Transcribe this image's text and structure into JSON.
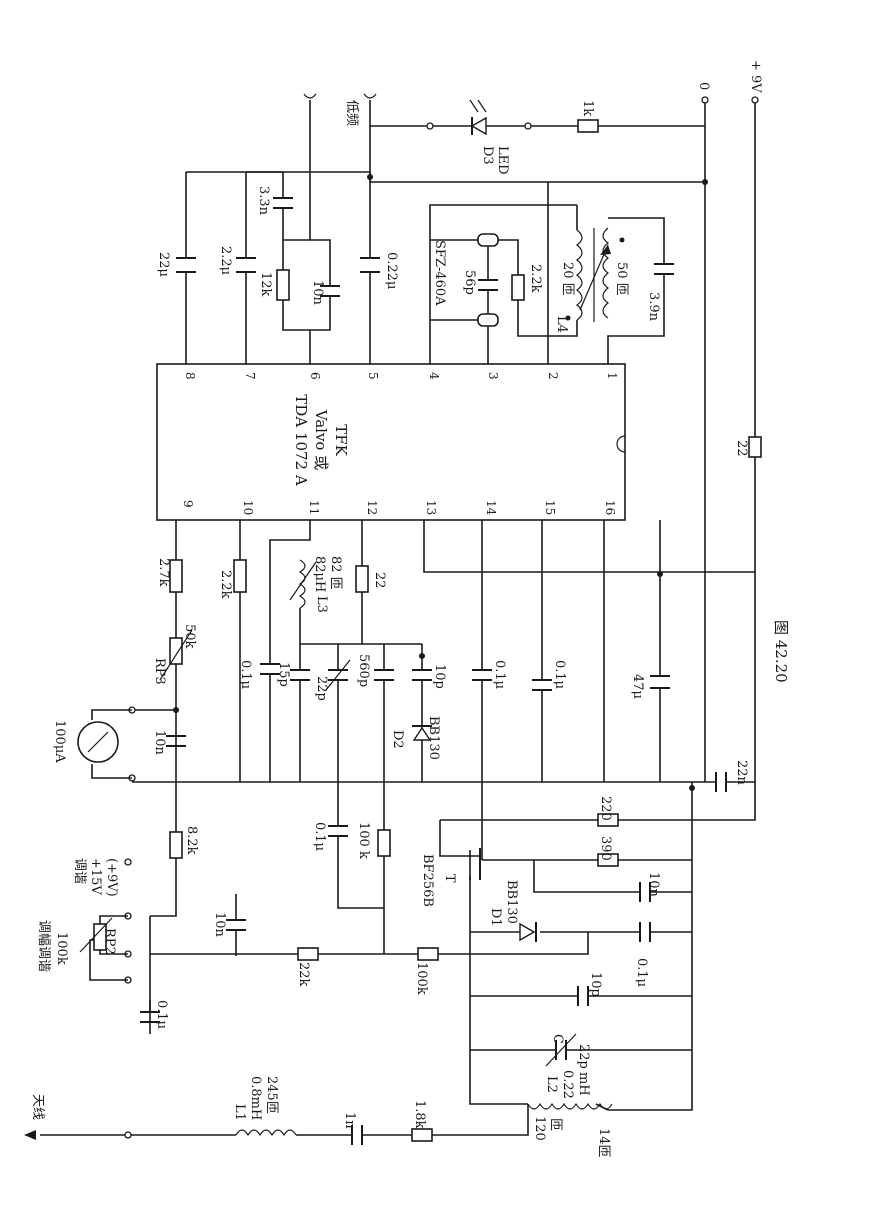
{
  "figure": {
    "caption": "图 42.20",
    "ic": {
      "line1": "TDA 1072 A",
      "line2": "Valvo 或",
      "line3": "TFK",
      "pins_top": [
        "8",
        "7",
        "6",
        "5",
        "4",
        "3",
        "2",
        "1"
      ],
      "pins_bottom": [
        "9",
        "10",
        "11",
        "12",
        "13",
        "14",
        "15",
        "16"
      ]
    },
    "terminals": {
      "antenna": "天线",
      "low_freq": "低频",
      "zero": "0",
      "supply": "+ 9V"
    },
    "controls": {
      "tuning": "调谐",
      "am_tuning": "调幅调谐",
      "tune_supply": "+15V",
      "tune_supply_alt": "(+9V)"
    },
    "meter": "100μA",
    "components": {
      "c_22u": "22μ",
      "c_2u2": "2.2μ",
      "c_3n3": "3.3n",
      "r_12k": "12k",
      "c_10n_top": "10n",
      "c_022u_top": "0.22μ",
      "filter": "SFZ-460A",
      "c_56p": "56p",
      "r_2k2_top": "2.2k",
      "l4": "L4",
      "l4_turns": "20 匝",
      "l4_turns2": "50 匝",
      "c_3n9": "3.9n",
      "d3": "D3",
      "led": "LED",
      "r_1k": "1k",
      "r_22_right": "22",
      "r_2k7": "2.7k",
      "r_2k2": "2.2k",
      "l3": "L3",
      "l3_value": "82μH",
      "l3_turns": "82 匝",
      "r_22": "22",
      "rp3": "RP3",
      "rp3_value": "50k",
      "c_01u_a": "0.1μ",
      "c_15p": "15p",
      "c_22p": "22p",
      "c_560p": "560p",
      "c_10p": "10p",
      "d2": "D2",
      "d2_type": "BB130",
      "c_01u_b": "0.1μ",
      "c_01u_c": "0.1μ",
      "c_47u": "47μ",
      "c_10n_meter": "10n",
      "c_22n": "22n",
      "r_8k2": "8.2k",
      "c_01u_d": "0.1μ",
      "r_100k_a": "100 k",
      "r_220": "220",
      "r_390": "390",
      "t": "T",
      "t_type": "BF256B",
      "c_10n_b": "10n",
      "d1": "D1",
      "d1_type": "BB130",
      "c_01u_e": "0.1μ",
      "c_10n_c": "10n",
      "rp2": "RP2",
      "rp2_value": "100k",
      "c_01u_f": "0.1μ",
      "r_22k": "22k",
      "r_100k_b": "100k",
      "c_10p_b": "10p",
      "c_label": "C",
      "c_22p_b": "22p",
      "l1": "L1",
      "l1_value": "0.8mH",
      "l1_turns": "245匝",
      "c_1n": "1n",
      "r_1k8": "1.8k",
      "l2": "L2",
      "l2_value": "0.22",
      "l2_unit": "mH",
      "l2_turns": "120",
      "l2_turns_unit": "匝",
      "l2_tap": "14匝"
    }
  }
}
